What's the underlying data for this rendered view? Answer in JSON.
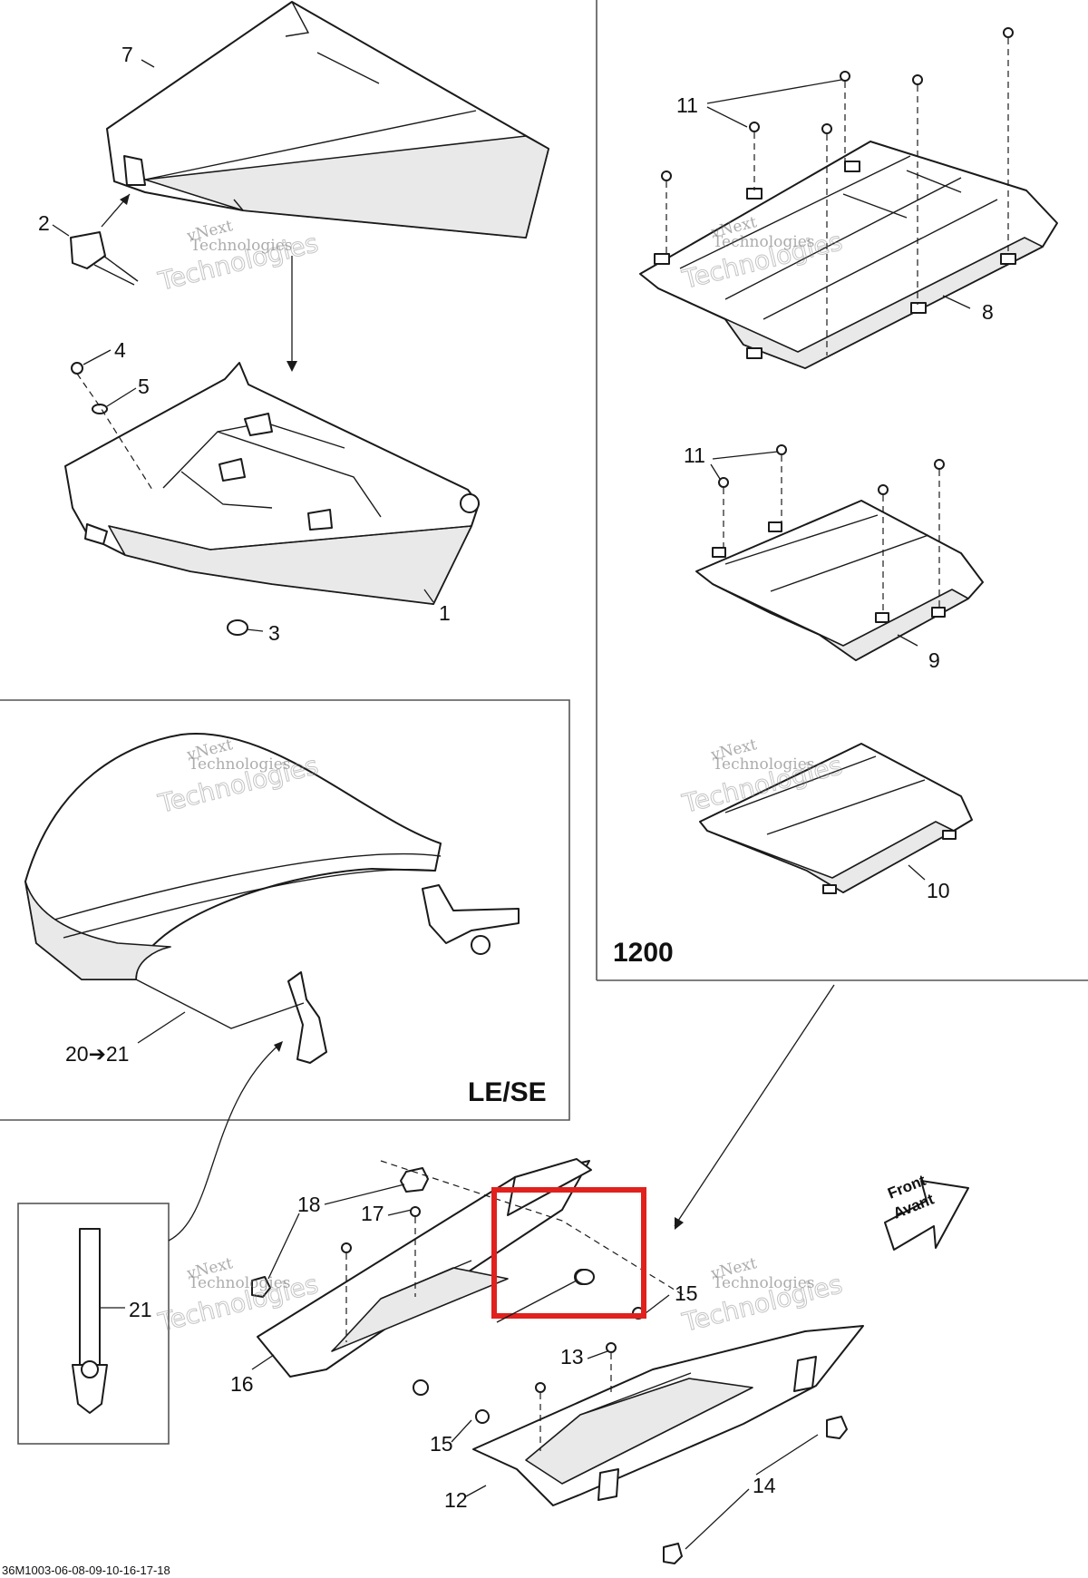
{
  "callouts": {
    "c1": "1",
    "c2": "2",
    "c3": "3",
    "c4": "4",
    "c5": "5",
    "c7": "7",
    "c8": "8",
    "c9": "9",
    "c10": "10",
    "c11a": "11",
    "c11b": "11",
    "c12": "12",
    "c13": "13",
    "c14": "14",
    "c15a": "15",
    "c15b": "15",
    "c16": "16",
    "c17": "17",
    "c18": "18",
    "c20_21": "20➔21",
    "c21": "21"
  },
  "sections": {
    "le_se": "LE/SE",
    "model_1200": "1200"
  },
  "front_arrow": {
    "line1": "Front",
    "line2": "Avant"
  },
  "watermark": {
    "line1": "vNext",
    "line2": "Technologies",
    "line3": "Technologies"
  },
  "figure_code": "36M1003-06-08-09-10-16-17-18",
  "highlight_color": "#e0211d"
}
